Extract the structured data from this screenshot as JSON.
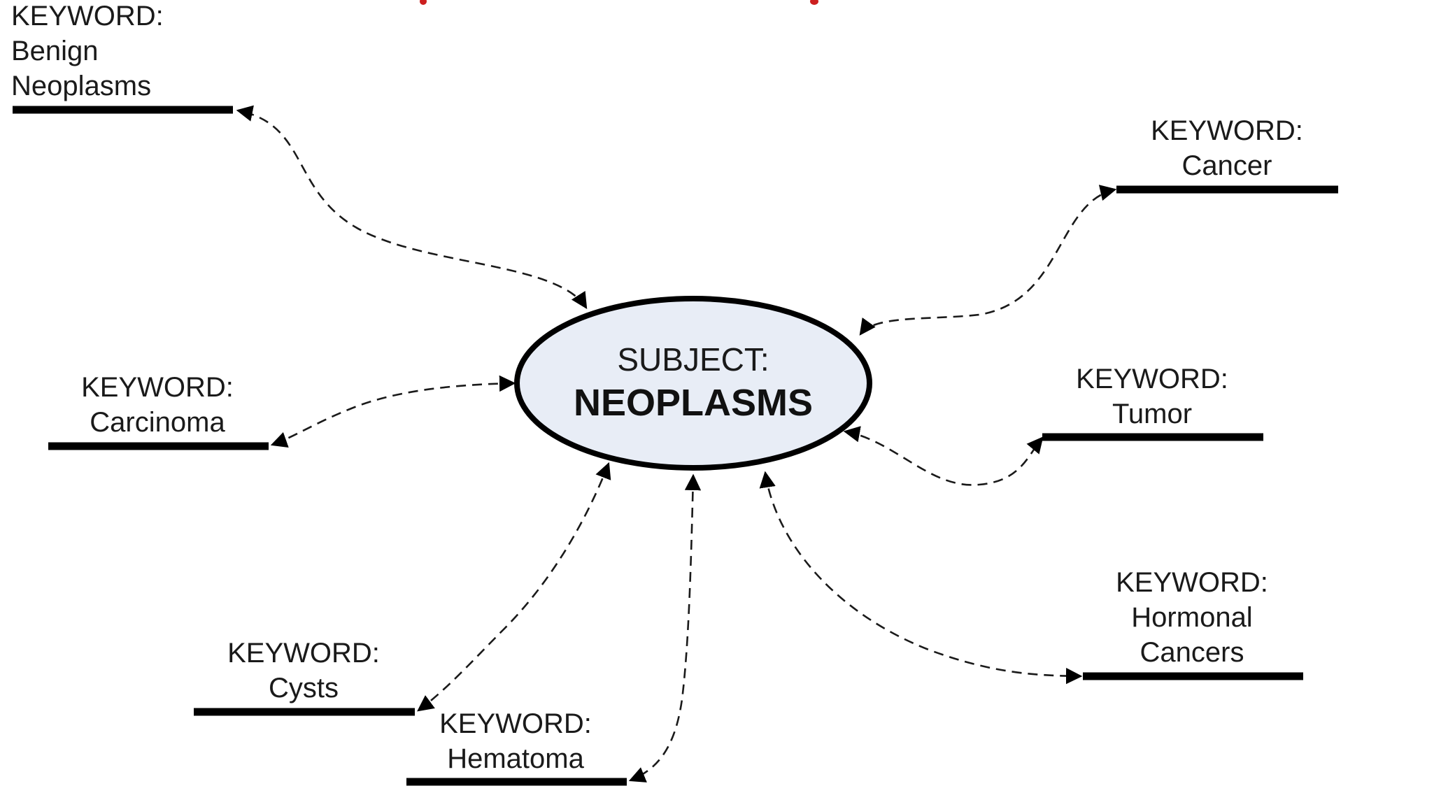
{
  "title_fragment_color": "#cc1f1f",
  "subject": {
    "label": "SUBJECT:",
    "name": "NEOPLASMS",
    "fill_color": "#e8edf6",
    "stroke_color": "#000000"
  },
  "keywords": [
    {
      "id": "benign-neoplasms",
      "prefix": "KEYWORD:",
      "lines": [
        "Benign",
        "Neoplasms"
      ]
    },
    {
      "id": "cancer",
      "prefix": "KEYWORD:",
      "lines": [
        "Cancer"
      ]
    },
    {
      "id": "carcinoma",
      "prefix": "KEYWORD:",
      "lines": [
        "Carcinoma"
      ]
    },
    {
      "id": "tumor",
      "prefix": "KEYWORD:",
      "lines": [
        "Tumor"
      ]
    },
    {
      "id": "hormonal-cancers",
      "prefix": "KEYWORD:",
      "lines": [
        "Hormonal",
        "Cancers"
      ]
    },
    {
      "id": "cysts",
      "prefix": "KEYWORD:",
      "lines": [
        "Cysts"
      ]
    },
    {
      "id": "hematoma",
      "prefix": "KEYWORD:",
      "lines": [
        "Hematoma"
      ]
    }
  ],
  "connectors": [
    {
      "from": "subject",
      "to": "benign-neoplasms",
      "style": "dashed",
      "arrows": "both"
    },
    {
      "from": "subject",
      "to": "cancer",
      "style": "dashed",
      "arrows": "both"
    },
    {
      "from": "subject",
      "to": "carcinoma",
      "style": "dashed",
      "arrows": "both"
    },
    {
      "from": "subject",
      "to": "tumor",
      "style": "dashed",
      "arrows": "both"
    },
    {
      "from": "subject",
      "to": "hormonal-cancers",
      "style": "dashed",
      "arrows": "both"
    },
    {
      "from": "subject",
      "to": "cysts",
      "style": "dashed",
      "arrows": "both"
    },
    {
      "from": "subject",
      "to": "hematoma",
      "style": "dashed",
      "arrows": "both"
    }
  ]
}
